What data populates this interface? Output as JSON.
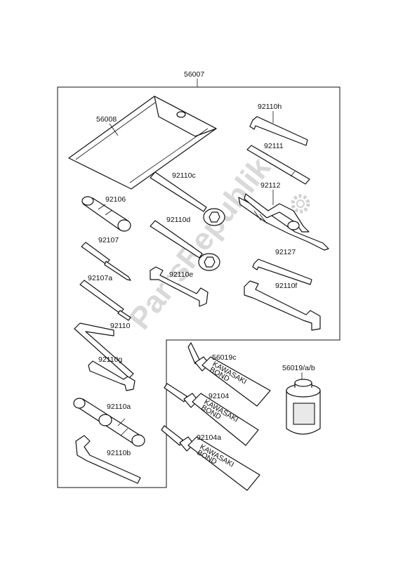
{
  "diagram": {
    "assembly_number": "56007",
    "watermark": "PartsRepublik",
    "parts": [
      {
        "id": "56008",
        "name": "tool-bag"
      },
      {
        "id": "92110h",
        "name": "hex-key-large"
      },
      {
        "id": "92111",
        "name": "handle-bar"
      },
      {
        "id": "92110c",
        "name": "box-wrench-c"
      },
      {
        "id": "92112",
        "name": "pliers"
      },
      {
        "id": "92106",
        "name": "spark-plug-socket"
      },
      {
        "id": "92110d",
        "name": "box-wrench-d"
      },
      {
        "id": "92107",
        "name": "screwdriver-phillips"
      },
      {
        "id": "92127",
        "name": "hex-key-small"
      },
      {
        "id": "92107a",
        "name": "screwdriver-flat"
      },
      {
        "id": "92110e",
        "name": "open-wrench-e"
      },
      {
        "id": "92110f",
        "name": "open-wrench-f"
      },
      {
        "id": "92110",
        "name": "hex-key-l"
      },
      {
        "id": "92110g",
        "name": "open-wrench-g"
      },
      {
        "id": "92110a",
        "name": "socket-wrench"
      },
      {
        "id": "92110b",
        "name": "hook-spanner"
      },
      {
        "id": "56019c",
        "name": "bond-tube-c"
      },
      {
        "id": "92104",
        "name": "bond-tube"
      },
      {
        "id": "92104a",
        "name": "bond-tube-a"
      },
      {
        "id": "56019/a/b",
        "name": "bond-can"
      }
    ],
    "labels": {
      "assembly": "56007",
      "p56008": "56008",
      "p92110h": "92110h",
      "p92111": "92111",
      "p92110c": "92110c",
      "p92112": "92112",
      "p92106": "92106",
      "p92110d": "92110d",
      "p92107": "92107",
      "p92127": "92127",
      "p92107a": "92107a",
      "p92110e": "92110e",
      "p92110f": "92110f",
      "p92110": "92110",
      "p92110g": "92110g",
      "p92110a": "92110a",
      "p92110b": "92110b",
      "p56019c": "56019c",
      "p92104": "92104",
      "p92104a": "92104a",
      "p56019ab": "56019/a/b",
      "tube_text_1": "KAWASAKI",
      "tube_text_2": "BOND"
    }
  }
}
